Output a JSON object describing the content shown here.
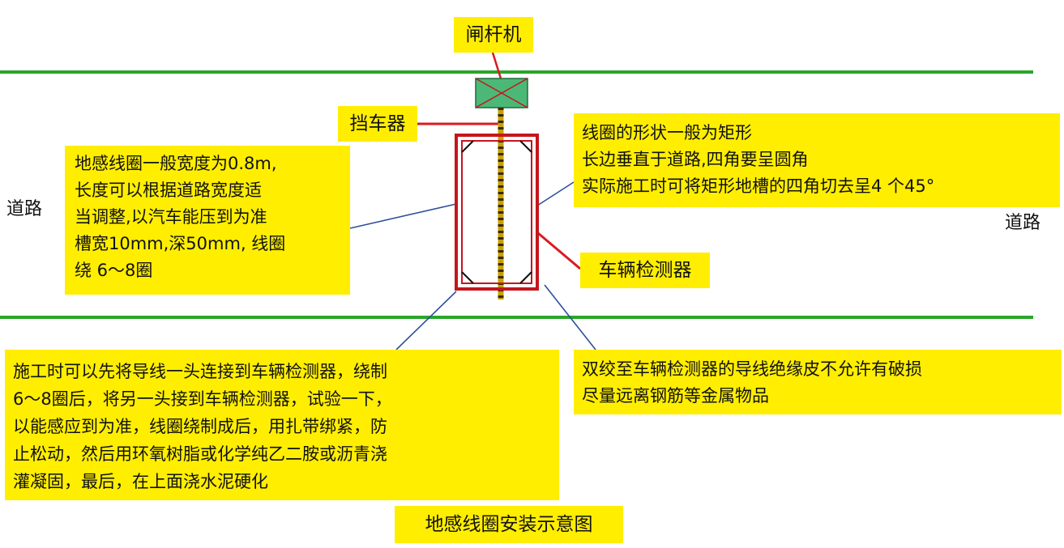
{
  "labels": {
    "road": "道路",
    "barrier_gate": "闸杆机",
    "car_blocker": "挡车器",
    "vehicle_detector": "车辆检测器",
    "caption": "地感线圈安装示意图"
  },
  "notes": {
    "coil_spec": "地感线圈一般宽度为0.8m,\n长度可以根据道路宽度适\n当调整,以汽车能压到为准\n槽宽10mm,深50mm, 线圈\n绕 6～8圈",
    "coil_shape": "线圈的形状一般为矩形\n长边垂直于道路,四角要呈圆角\n实际施工时可将矩形地槽的四角切去呈4 个45°",
    "construction": "施工时可以先将导线一头连接到车辆检测器，绕制\n6～8圈后，将另一头接到车辆检测器，试验一下，\n以能感应到为准，线圈绕制成后，用扎带绑紧，防\n止松动，然后用环氧树脂或化学纯乙二胺或沥青浇\n灌凝固，最后，在上面浇水泥硬化",
    "twisted_wire": "双绞至车辆检测器的导线绝缘皮不允许有破损\n尽量远离钢筋等金属物品"
  },
  "colors": {
    "road_line": "#2aa52a",
    "coil": "#c4161c",
    "callout_bg": "#ffee00",
    "gate_box": "#4cb878",
    "leader_line": "#2e4f9a",
    "wire": "#c8a200"
  }
}
